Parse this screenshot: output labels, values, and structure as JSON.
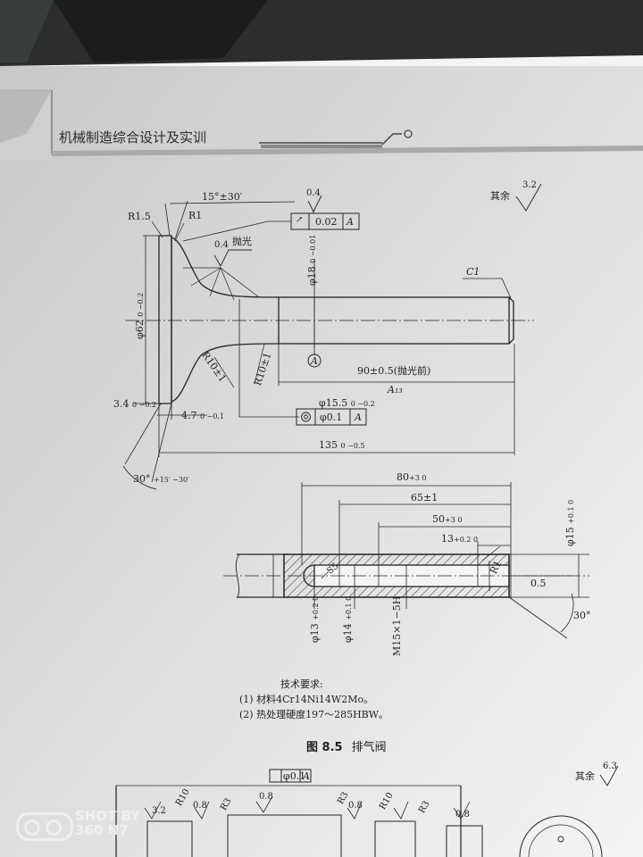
{
  "header": {
    "title": "机械制造综合设计及实训"
  },
  "drawing1": {
    "angle_top": "15°±30′",
    "r_outer": "R1.5",
    "r_inner": "R1",
    "fcf_runout": {
      "tol": "0.02",
      "datum": "A"
    },
    "finish_top": "0.4",
    "finish_polish": "0.4",
    "polish": "抛光",
    "dia_stem": "φ18",
    "dia_stem_tol": "0 −0.01",
    "dia_head": "φ62",
    "dia_head_tol": "0 −0.2",
    "chamfer": "C1",
    "r10_left": "R10±1",
    "r10_right": "R10±1",
    "datum_label": "A",
    "len_polish": "90±0.5(抛光前)",
    "a_mark": "A₁₃",
    "dia_neck": "φ15.5",
    "dia_neck_tol": "0 −0.2",
    "fcf_concentric": {
      "tol": "φ0.1",
      "datum": "A"
    },
    "dim_3_4": "3.4",
    "dim_3_4_tol": "0 −0.2",
    "dim_4_7": "4.7",
    "dim_4_7_tol": "0 −0.1",
    "len_total": "135",
    "len_total_tol": "0 −0.5",
    "seat_angle": "30°",
    "seat_angle_tol": "+15′ −30′",
    "rest_label": "其余",
    "rest_finish": "3.2"
  },
  "drawing2": {
    "d80": "80",
    "d80_tol": "+3 0",
    "d65": "65±1",
    "d50": "50",
    "d50_tol": "+3 0",
    "d13": "13",
    "d13_tol": "+0.2 0",
    "dia15": "φ15",
    "dia15_tol": "+0.1 0",
    "r1": "R1",
    "d05": "0.5",
    "angle30": "30°",
    "dia13": "φ13",
    "dia13_tol": "+0.2 0",
    "dia14": "φ14",
    "dia14_tol": "+0.1 0",
    "thread": "M15×1−5H",
    "s5": "S5"
  },
  "notes": {
    "title": "技术要求:",
    "items": [
      "(1) 材料4Cr14Ni14W2Mo。",
      "(2) 热处理硬度197～285HBW。"
    ]
  },
  "caption": {
    "number": "图 8.5",
    "text": "排气阀"
  },
  "drawing3": {
    "fcf": {
      "tol": "φ0.1",
      "datum": "A"
    },
    "rest_label": "其余",
    "rest_finish": "6.3",
    "labels": [
      "3.2",
      "R10",
      "0.8",
      "R3",
      "0.8",
      "R3",
      "0.8",
      "R10",
      "R3",
      "0.8"
    ]
  },
  "watermark": {
    "line1": "SHOT BY",
    "line2": "360 N7"
  },
  "colors": {
    "paper": "#f4f5f3",
    "ink": "#232323",
    "background": "#2b2d2e",
    "hatch": "#3a3a3a"
  }
}
